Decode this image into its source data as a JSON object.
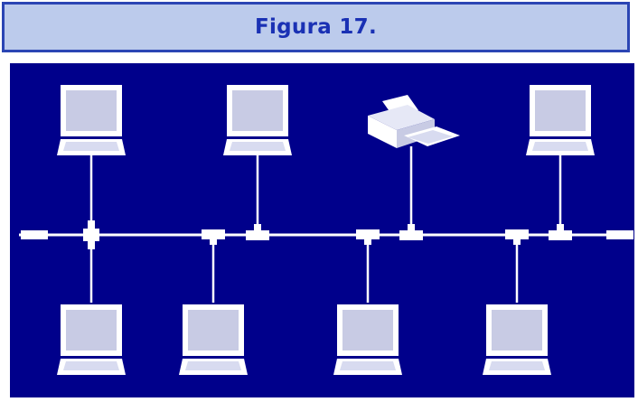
{
  "header": {
    "title": "Figura 17."
  },
  "diagram": {
    "topology": "bus",
    "colors": {
      "background": "#00008b",
      "line": "#ffffff",
      "device": "#ffffff",
      "screen": "#c8cbe4"
    },
    "devices": [
      {
        "id": "pc-top-1",
        "type": "computer",
        "side": "top"
      },
      {
        "id": "pc-top-2",
        "type": "computer",
        "side": "top"
      },
      {
        "id": "printer",
        "type": "printer",
        "side": "top"
      },
      {
        "id": "pc-top-3",
        "type": "computer",
        "side": "top"
      },
      {
        "id": "pc-bottom-1",
        "type": "computer",
        "side": "bottom"
      },
      {
        "id": "pc-bottom-2",
        "type": "computer",
        "side": "bottom"
      },
      {
        "id": "pc-bottom-3",
        "type": "computer",
        "side": "bottom"
      },
      {
        "id": "pc-bottom-4",
        "type": "computer",
        "side": "bottom"
      }
    ]
  }
}
